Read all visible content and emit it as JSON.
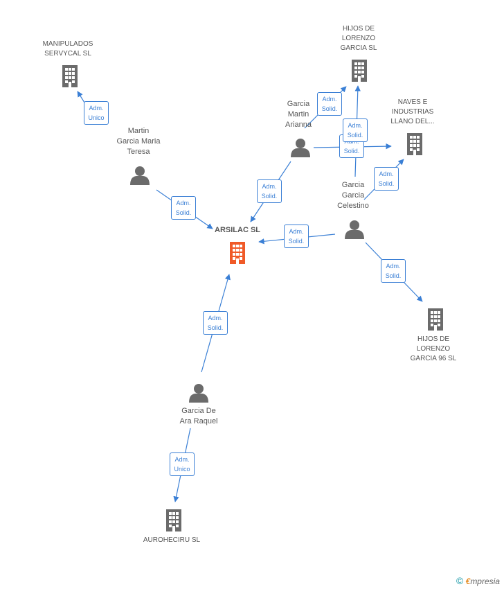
{
  "nodes": {
    "center": {
      "label": "ARSILAC SL"
    },
    "manipulados": {
      "label": "MANIPULADOS\nSERVYCAL SL"
    },
    "hijos_lorenzo": {
      "label": "HIJOS DE\nLORENZO\nGARCIA SL"
    },
    "naves": {
      "label": "NAVES E\nINDUSTRIAS\nLLANO DEL..."
    },
    "hijos_96": {
      "label": "HIJOS DE\nLORENZO\nGARCIA 96 SL"
    },
    "auroheciru": {
      "label": "AUROHECIRU SL"
    },
    "martin": {
      "label": "Martin\nGarcia Maria\nTeresa"
    },
    "arianna": {
      "label": "Garcia\nMartin\nArianna"
    },
    "celestino": {
      "label": "Garcia\nGarcia\nCelestino"
    },
    "raquel": {
      "label": "Garcia De\nAra Raquel"
    }
  },
  "edges": [
    {
      "label": "Adm.\nUnico"
    },
    {
      "label": "Adm.\nSolid."
    },
    {
      "label": "Adm.\nSolid."
    },
    {
      "label": "Adm.\nSolid."
    },
    {
      "label": "Adm.\nSolid."
    },
    {
      "label": "Adm.\nSolid."
    },
    {
      "label": "Adm.\nSolid."
    },
    {
      "label": "Adm.\nSolid."
    },
    {
      "label": "Adm.\nSolid."
    },
    {
      "label": "Adm.\nSolid."
    },
    {
      "label": "Adm.\nUnico"
    }
  ],
  "footer": {
    "copyright": "©",
    "brand_e": "€",
    "brand_rest": "mpresia"
  },
  "colors": {
    "edge": "#3a7fd5",
    "building": "#6b6b6b",
    "center_building": "#f05a28",
    "person": "#6b6b6b"
  },
  "icons": {
    "company": "building-icon",
    "person": "person-icon"
  }
}
